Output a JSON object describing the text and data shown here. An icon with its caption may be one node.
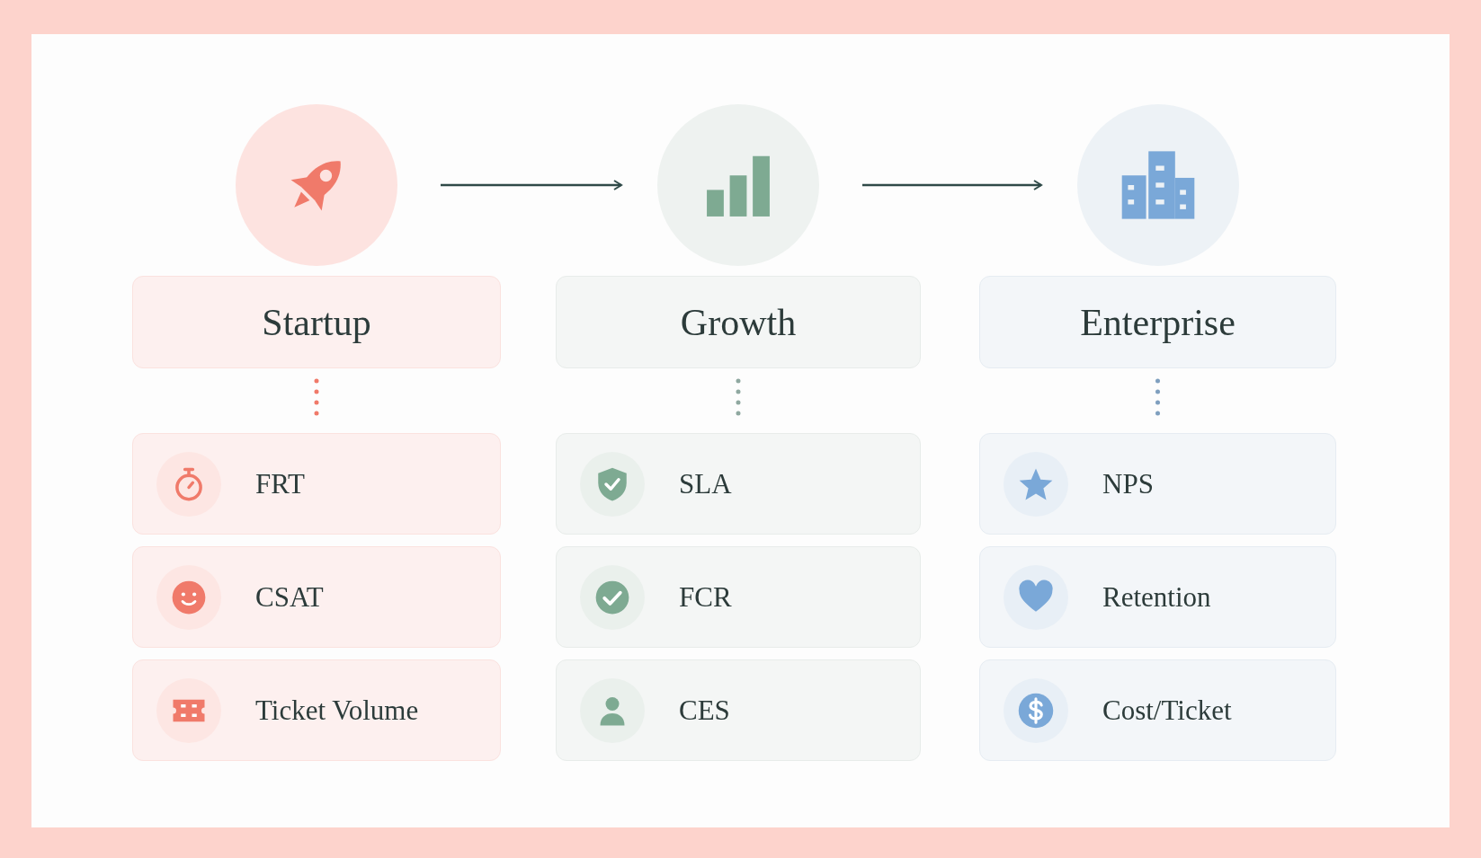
{
  "diagram": {
    "nodes": [
      {
        "text": [],
        "shape": "circle"
      },
      {
        "text": [],
        "shape": "circle"
      },
      {
        "text": [],
        "shape": "circle"
      },
      {
        "text": [
          "Startup"
        ]
      },
      {
        "text": [
          "Growth"
        ]
      },
      {
        "text": [
          "Enterprise"
        ]
      },
      {
        "text": [
          "FRT"
        ]
      },
      {
        "text": [
          "SLA"
        ]
      },
      {
        "text": [
          "NPS"
        ]
      },
      {
        "text": [
          "CSAT"
        ]
      },
      {
        "text": [
          "FCR"
        ]
      },
      {
        "text": [
          "Retention"
        ]
      },
      {
        "text": [
          "Ticket Volume"
        ]
      },
      {
        "text": [
          "CES"
        ]
      },
      {
        "text": [
          "Cost/Ticket"
        ]
      }
    ],
    "edges": [
      {
        "from": 0,
        "to": 1,
        "arrow": "to"
      },
      {
        "from": 1,
        "to": 2,
        "arrow": "to"
      },
      {
        "from": 3,
        "to": 6,
        "arrow": "none",
        "style": "dashed",
        "color": "#f07a6a"
      },
      {
        "from": 4,
        "to": 7,
        "arrow": "none",
        "style": "dashed",
        "color": "#8fa8a0"
      },
      {
        "from": 5,
        "to": 8,
        "arrow": "none",
        "style": "dashed",
        "color": "#7f9fbf"
      }
    ]
  }
}
